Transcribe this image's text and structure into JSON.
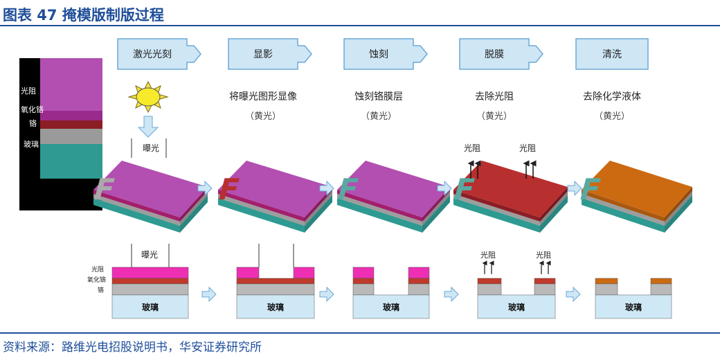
{
  "title": "图表 47 掩模版制版过程",
  "source": "资料来源：路维光电招股说明书，华安证券研究所",
  "layers": {
    "photoresist": "光阻",
    "chrome_oxide": "氧化铬",
    "chrome": "铬",
    "glass": "玻璃"
  },
  "exposure_label": "曝光",
  "glass_label": "玻璃",
  "photoresist_label": "光阻",
  "steps": [
    {
      "name": "激光光刻",
      "desc": "",
      "note": ""
    },
    {
      "name": "显影",
      "desc": "将曝光图形显像",
      "note": "（黄光）"
    },
    {
      "name": "蚀刻",
      "desc": "蚀刻铬膜层",
      "note": "（黄光）"
    },
    {
      "name": "脱膜",
      "desc": "去除光阻",
      "note": "（黄光）"
    },
    {
      "name": "清洗",
      "desc": "去除化学液体",
      "note": "（黄光）"
    }
  ],
  "letter": "F",
  "colors": {
    "title": "#1f4e9a",
    "step_box": "#cfe6f5",
    "step_border": "#6aa8d8",
    "photoresist": "#b24fb0",
    "photoresist_2d": "#ee2fb4",
    "chrome": "#b82f2f",
    "chrome_layer_2d": "#c0392b",
    "gray": "#a9a9a9",
    "glass": "#3aa59a",
    "glass_2d": "#cfe8f5",
    "orange": "#cc6a12",
    "arrow": "#9fd0ea"
  }
}
